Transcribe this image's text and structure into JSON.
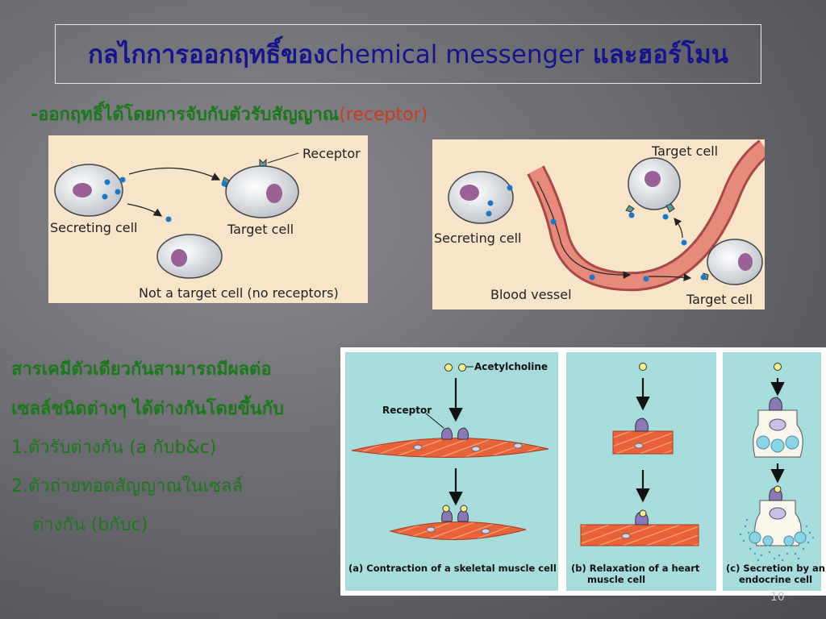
{
  "slide": {
    "title_th1": "กลไกการออกฤทธิ์ของ",
    "title_en": "chemical messenger",
    "title_th2": " และฮอร์โมน",
    "subtitle_th": "-ออกฤทธิ์ได้โดยการจับกับตัวรับสัญญาณ",
    "subtitle_en": "(receptor)",
    "body_lines": [
      "สารเคมีตัวเดียวกันสามารถมีผลต่อ",
      "เซลล์ชนิดต่างๆ ได้ต่างกันโดยขึ้นกับ",
      "1.ตัวรับต่างกัน (a กับb&c)",
      "2.ตัวถ่ายทอดสัญญาณในเซลล์",
      "  ต่างกัน (bกับc)"
    ],
    "page_number": "10"
  },
  "figure1": {
    "receptor": "Receptor",
    "secreting_cell": "Secreting cell",
    "target_cell": "Target cell",
    "not_target": "Not a target cell (no receptors)"
  },
  "figure2": {
    "target_cell_top": "Target cell",
    "secreting_cell": "Secreting cell",
    "blood_vessel": "Blood vessel",
    "target_cell_bottom": "Target cell"
  },
  "figure3": {
    "acetylcholine": "Acetylcholine",
    "receptor": "Receptor",
    "caption_a": "(a) Contraction of a skeletal muscle cell",
    "caption_b1": "(b) Relaxation of a heart",
    "caption_b2": "muscle cell",
    "caption_c1": "(c) Secretion by an",
    "caption_c2": "endocrine cell"
  },
  "colors": {
    "title": "#14148c",
    "green_text": "#1a7a1a",
    "receptor_red": "#cc3a1a",
    "panel_bg": "#f8e4c8",
    "teal_bg": "#a6dcdc"
  }
}
